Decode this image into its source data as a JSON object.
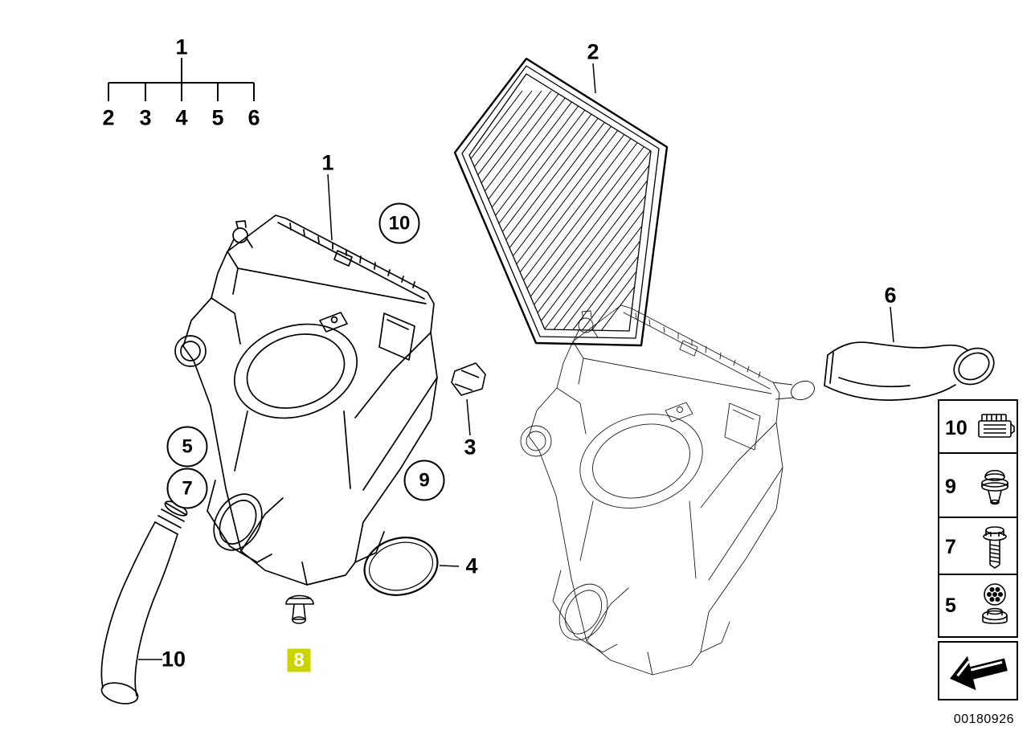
{
  "doc_number": "00180926",
  "colors": {
    "highlight": "#ccd400",
    "line": "#000000",
    "background": "#ffffff"
  },
  "legend": {
    "root": "1",
    "children": [
      "2",
      "3",
      "4",
      "5",
      "6"
    ]
  },
  "callouts": {
    "housing": "1",
    "filter_element": "2",
    "clip": "3",
    "sealing_ring": "4",
    "grommet": "5",
    "intake_hose_upper": "6",
    "screw": "7",
    "blind_plug": "8",
    "rubber_mount": "9",
    "clamp": "10",
    "intake_hose_lower": "10"
  },
  "sidebar": {
    "items": [
      {
        "label": "10",
        "icon": "cable-clip-icon"
      },
      {
        "label": "9",
        "icon": "grommet-icon"
      },
      {
        "label": "7",
        "icon": "hex-bolt-icon"
      },
      {
        "label": "5",
        "icon": "rubber-mount-icon"
      }
    ],
    "back_button": "previous-diagram-arrow"
  }
}
